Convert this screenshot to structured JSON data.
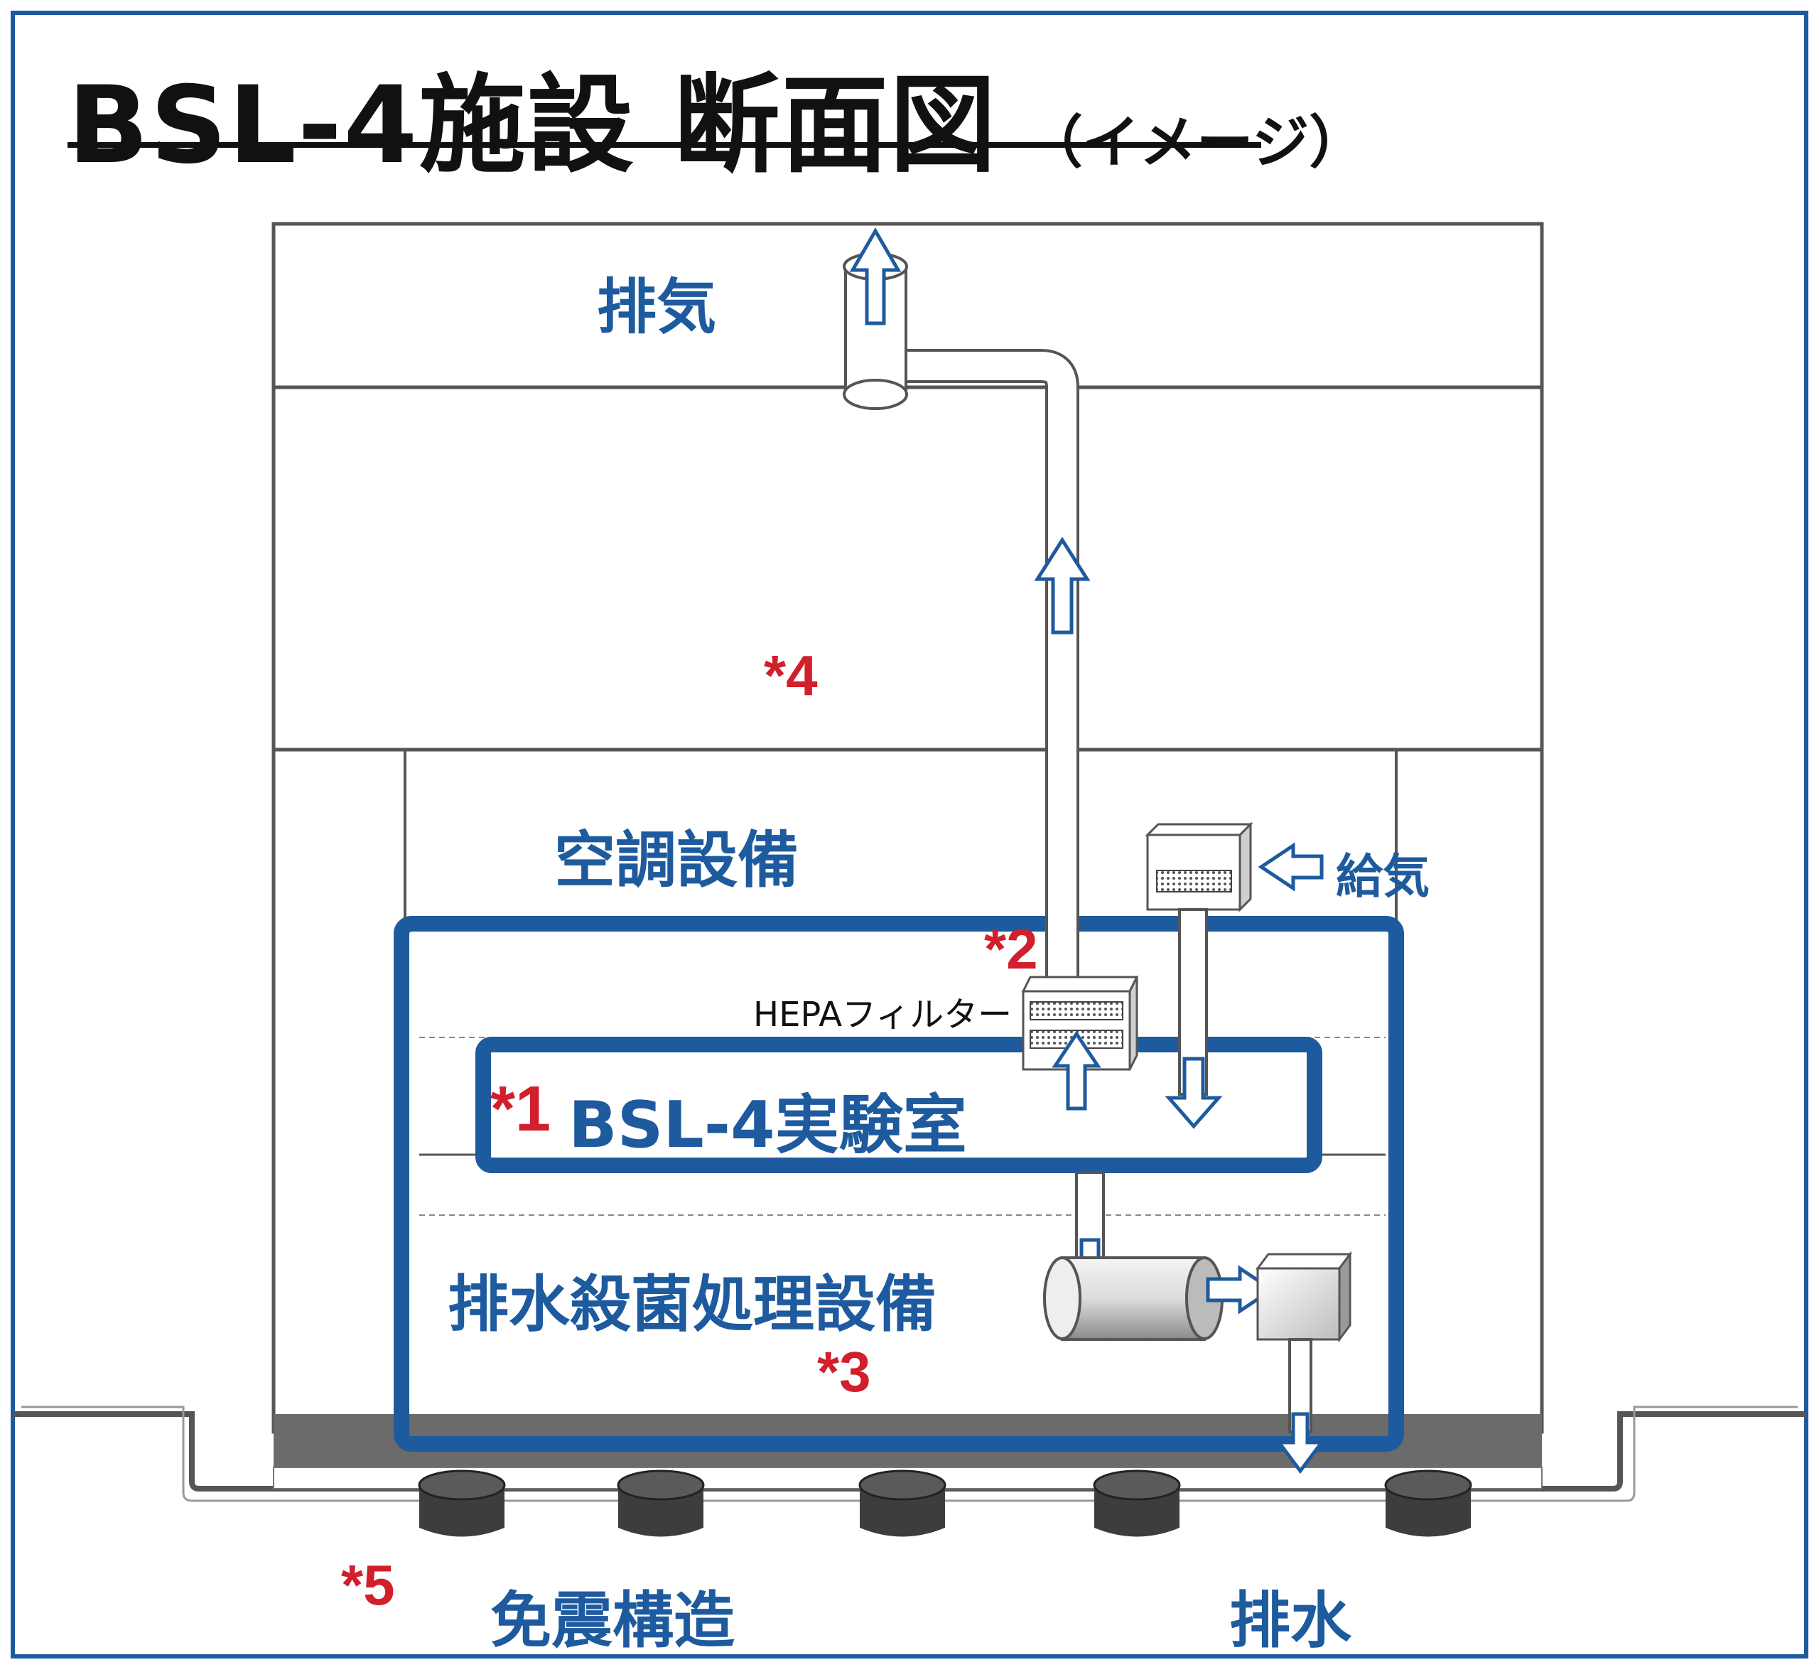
{
  "title": {
    "main": "BSL-4施設 断面図",
    "sub": "（イメージ）"
  },
  "labels": {
    "exhaust": "排気",
    "hvac": "空調設備",
    "supply_air": "給気",
    "hepa": "HEPAフィルター",
    "lab": "BSL-4実験室",
    "wastewater": "排水殺菌処理設備",
    "seismic": "免震構造",
    "drain": "排水"
  },
  "markers": {
    "m1": "*1",
    "m2": "*2",
    "m3": "*3",
    "m4": "*4",
    "m5": "*5"
  },
  "colors": {
    "blue": "#1e5a9e",
    "red": "#d11f2c",
    "outline": "#555555",
    "isolator": "#4a4a4a"
  },
  "icons": [
    "up-arrow-icon",
    "down-arrow-icon",
    "right-arrow-icon",
    "left-arrow-icon",
    "hepa-filter-box-icon",
    "air-handler-box-icon",
    "tank-icon",
    "isolator-icon"
  ]
}
